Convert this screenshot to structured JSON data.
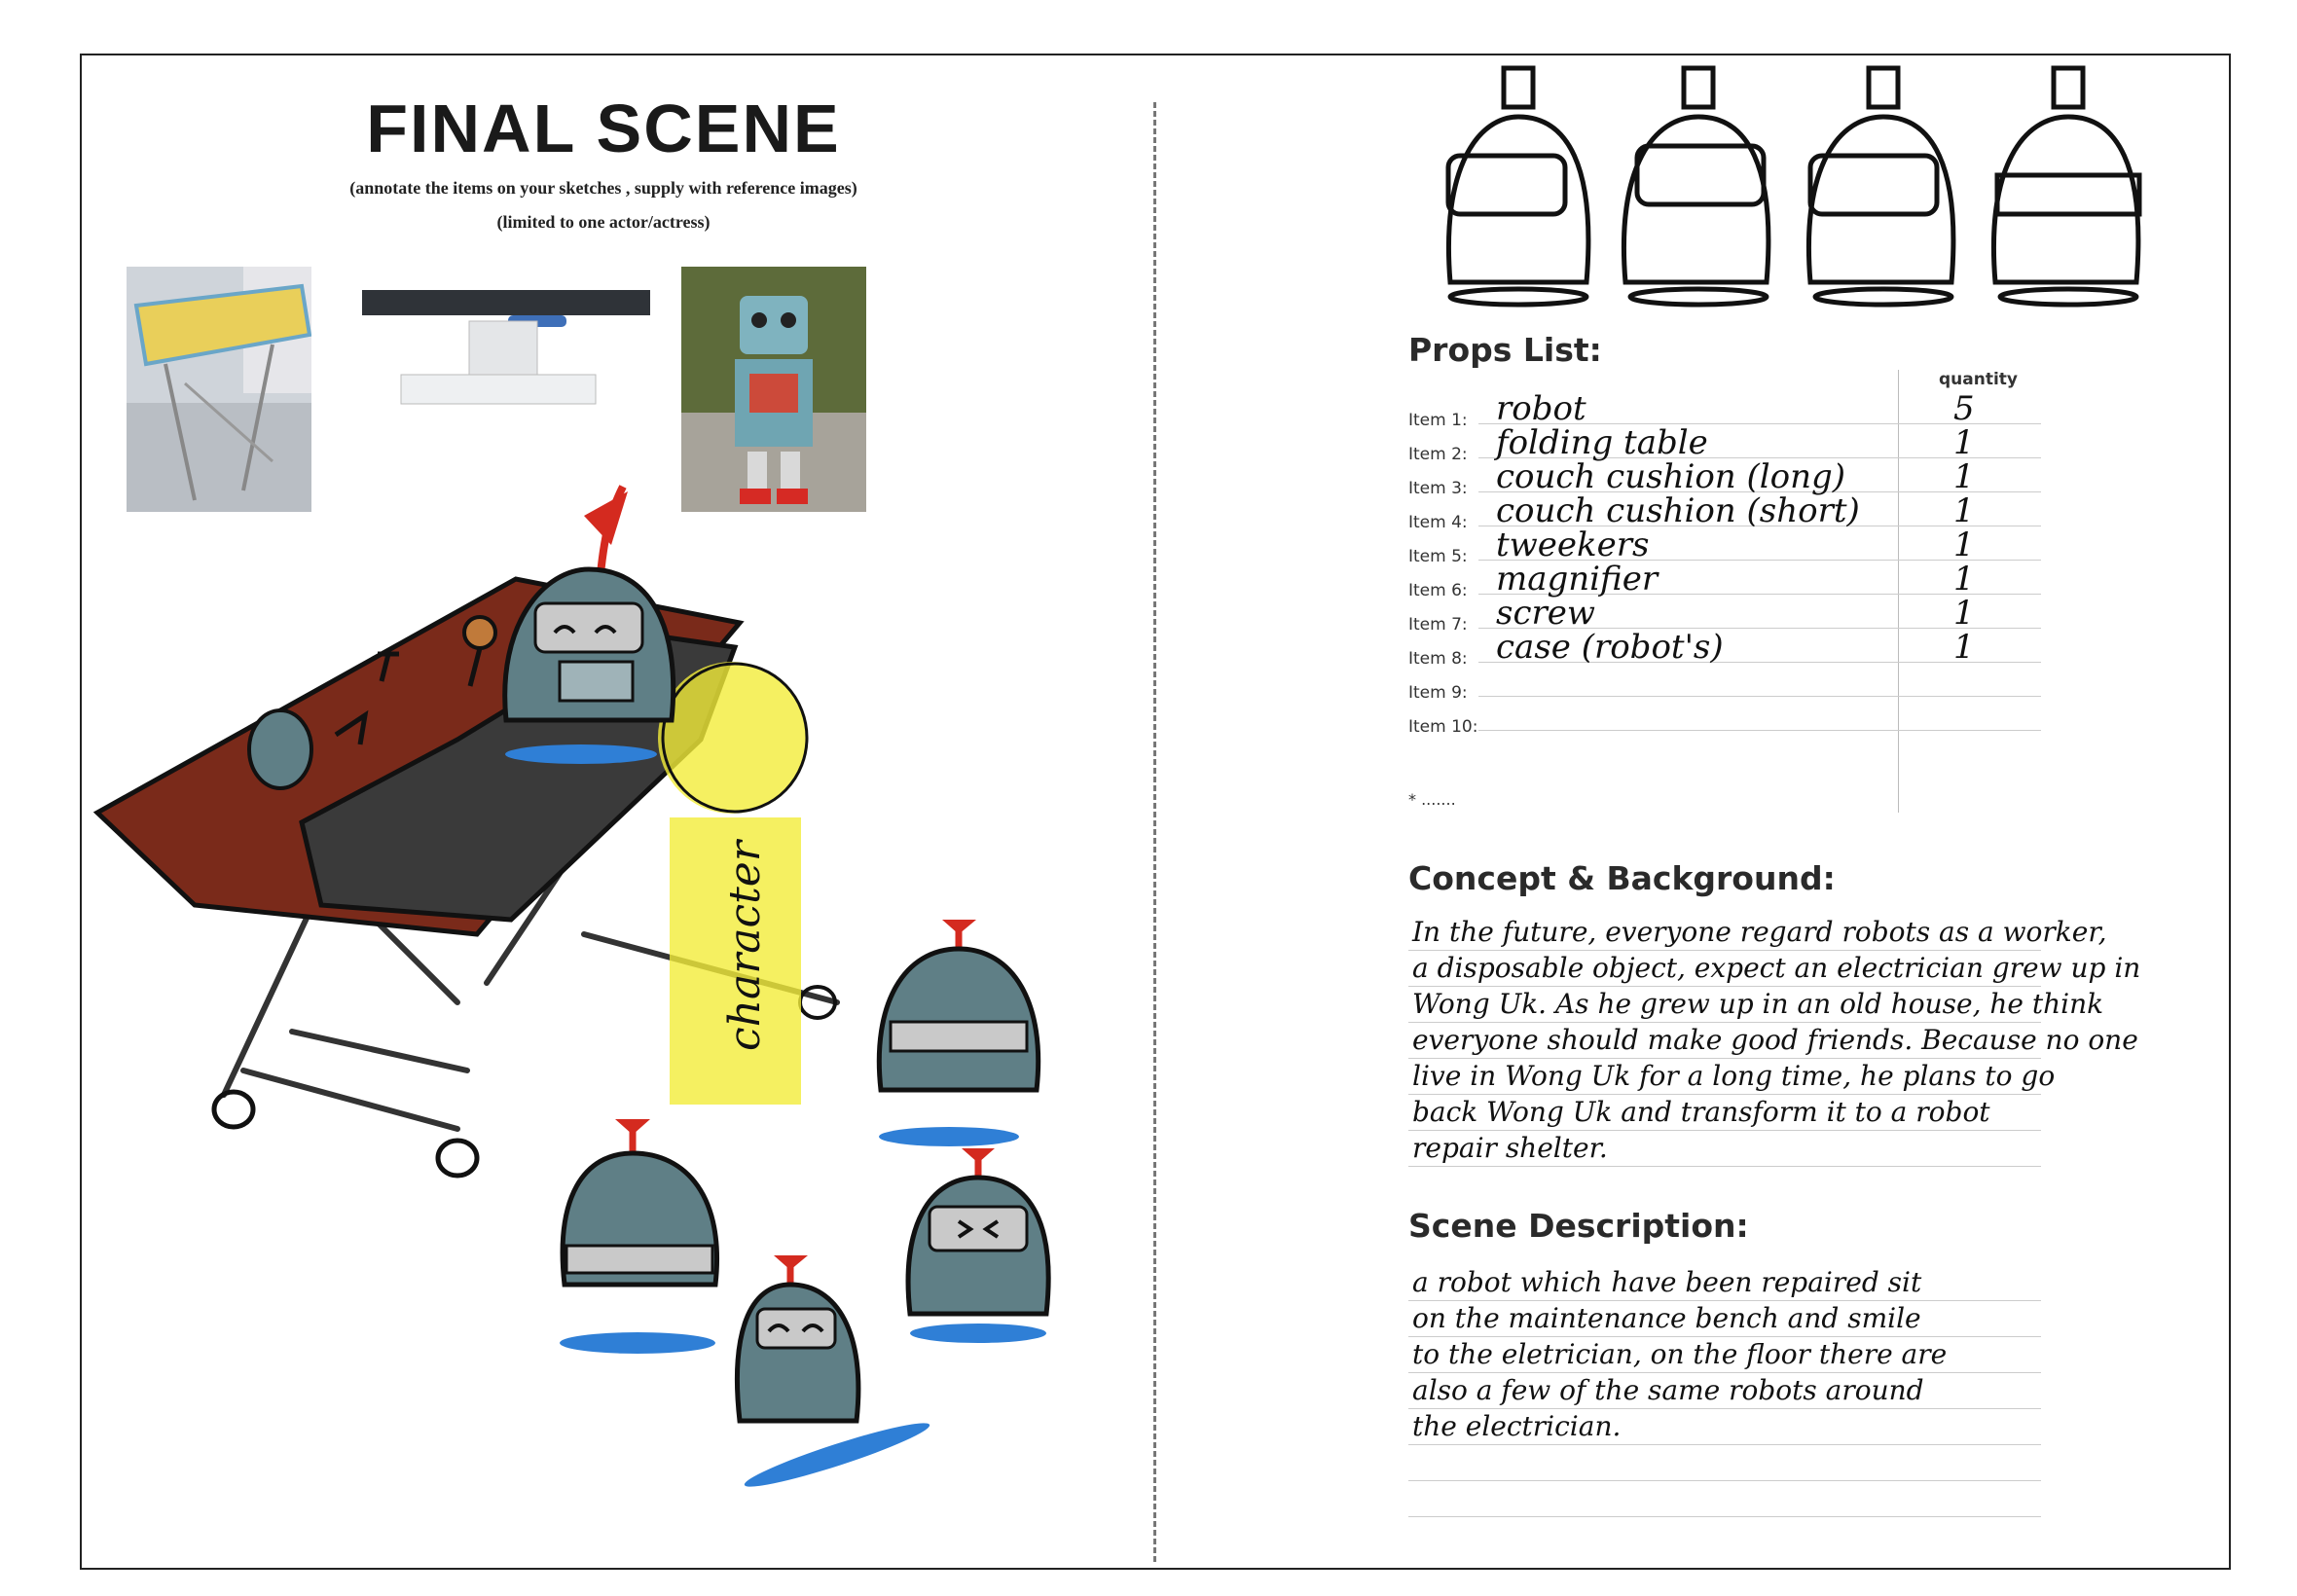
{
  "left_page": {
    "title": "FINAL SCENE",
    "subtitle_1": "(annotate the items on your sketches , supply with reference images)",
    "subtitle_2": "(limited to one actor/actress)",
    "character_label": "character"
  },
  "props": {
    "heading": "Props List:",
    "quantity_header": "quantity",
    "items": [
      {
        "label": "Item 1:",
        "name": "robot",
        "qty": "5"
      },
      {
        "label": "Item 2:",
        "name": "folding table",
        "qty": "1"
      },
      {
        "label": "Item 3:",
        "name": "couch cushion (long)",
        "qty": "1"
      },
      {
        "label": "Item 4:",
        "name": "couch cushion (short)",
        "qty": "1"
      },
      {
        "label": "Item 5:",
        "name": "tweekers",
        "qty": "1"
      },
      {
        "label": "Item 6:",
        "name": "magnifier",
        "qty": "1"
      },
      {
        "label": "Item 7:",
        "name": "screw",
        "qty": "1"
      },
      {
        "label": "Item 8:",
        "name": "case (robot's)",
        "qty": "1"
      },
      {
        "label": "Item 9:",
        "name": "",
        "qty": ""
      },
      {
        "label": "Item 10:",
        "name": "",
        "qty": ""
      }
    ],
    "note": "* ......."
  },
  "concept": {
    "heading": "Concept & Background:",
    "lines": [
      "In the future, everyone regard robots as a worker,",
      "a disposable object, expect an electrician grew up in",
      "Wong Uk. As he grew up in an old house, he think",
      "everyone should make good friends. Because no one",
      "live in Wong Uk for a long time, he plans to go",
      "back Wong Uk and transform it to a robot",
      "repair shelter."
    ]
  },
  "scene": {
    "heading": "Scene Description:",
    "lines": [
      "a robot which have been repaired sit",
      "on the maintenance bench and smile",
      "to the eletrician, on the floor there are",
      "also a few of the same robots around",
      "the electrician.",
      "",
      ""
    ]
  },
  "colors": {
    "table_wood": "#7a2a1a",
    "robot_body": "#5f7f86",
    "robot_antenna": "#d42a1f",
    "robot_shadow": "#2f7fd6",
    "highlight": "#f3ec3a",
    "cushion": "#3a3a3a"
  }
}
